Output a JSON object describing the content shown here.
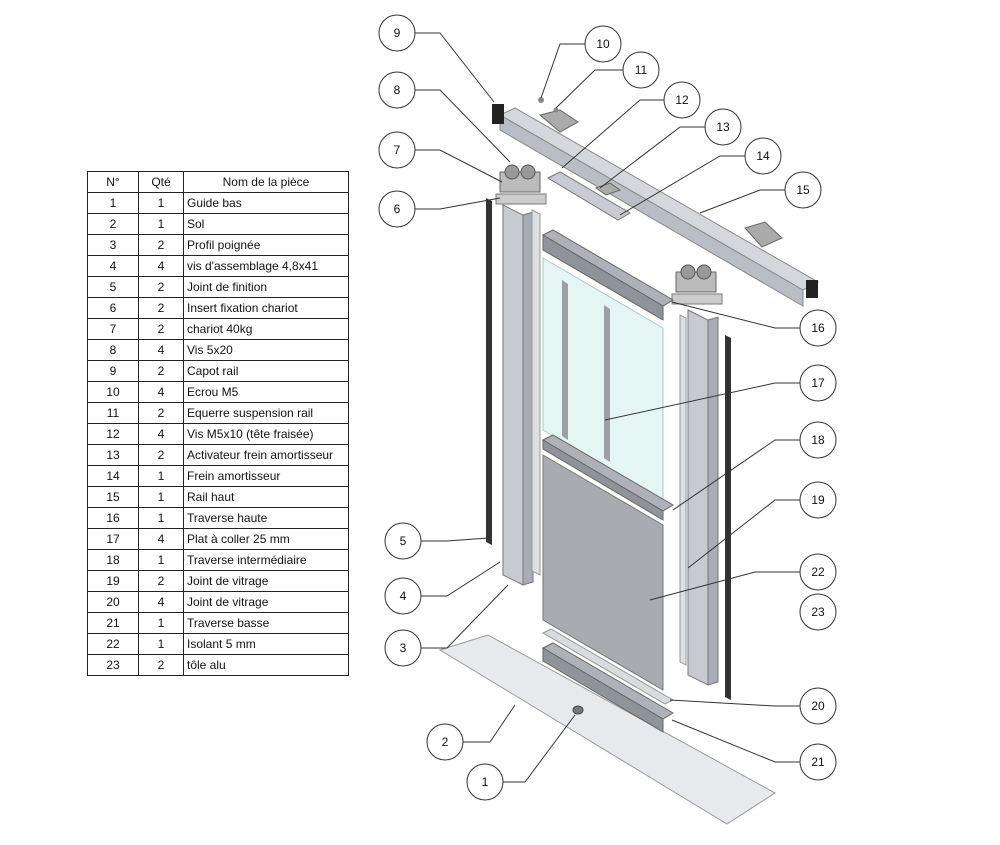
{
  "table": {
    "headers": [
      "N°",
      "Qté",
      "Nom de la pièce"
    ],
    "rows": [
      {
        "no": "1",
        "qty": "1",
        "name": "Guide bas"
      },
      {
        "no": "2",
        "qty": "1",
        "name": "Sol"
      },
      {
        "no": "3",
        "qty": "2",
        "name": "Profil poignée"
      },
      {
        "no": "4",
        "qty": "4",
        "name": "vis d'assemblage 4,8x41"
      },
      {
        "no": "5",
        "qty": "2",
        "name": "Joint de finition"
      },
      {
        "no": "6",
        "qty": "2",
        "name": "Insert fixation chariot"
      },
      {
        "no": "7",
        "qty": "2",
        "name": "chariot 40kg"
      },
      {
        "no": "8",
        "qty": "4",
        "name": "Vis 5x20"
      },
      {
        "no": "9",
        "qty": "2",
        "name": "Capot rail"
      },
      {
        "no": "10",
        "qty": "4",
        "name": "Ecrou M5"
      },
      {
        "no": "11",
        "qty": "2",
        "name": "Equerre suspension rail"
      },
      {
        "no": "12",
        "qty": "4",
        "name": "Vis M5x10 (tête fraisée)"
      },
      {
        "no": "13",
        "qty": "2",
        "name": "Activateur frein amortisseur"
      },
      {
        "no": "14",
        "qty": "1",
        "name": "Frein amortisseur"
      },
      {
        "no": "15",
        "qty": "1",
        "name": "Rail haut"
      },
      {
        "no": "16",
        "qty": "1",
        "name": "Traverse haute"
      },
      {
        "no": "17",
        "qty": "4",
        "name": "Plat à coller 25 mm"
      },
      {
        "no": "18",
        "qty": "1",
        "name": "Traverse intermédiaire"
      },
      {
        "no": "19",
        "qty": "2",
        "name": "Joint de vitrage"
      },
      {
        "no": "20",
        "qty": "4",
        "name": "Joint de vitrage"
      },
      {
        "no": "21",
        "qty": "1",
        "name": "Traverse basse"
      },
      {
        "no": "22",
        "qty": "1",
        "name": "Isolant 5 mm"
      },
      {
        "no": "23",
        "qty": "2",
        "name": "tôle alu"
      }
    ]
  },
  "callouts": [
    "9",
    "10",
    "11",
    "8",
    "12",
    "13",
    "7",
    "14",
    "15",
    "6",
    "16",
    "17",
    "18",
    "19",
    "5",
    "22",
    "23",
    "4",
    "3",
    "20",
    "2",
    "21",
    "1"
  ]
}
